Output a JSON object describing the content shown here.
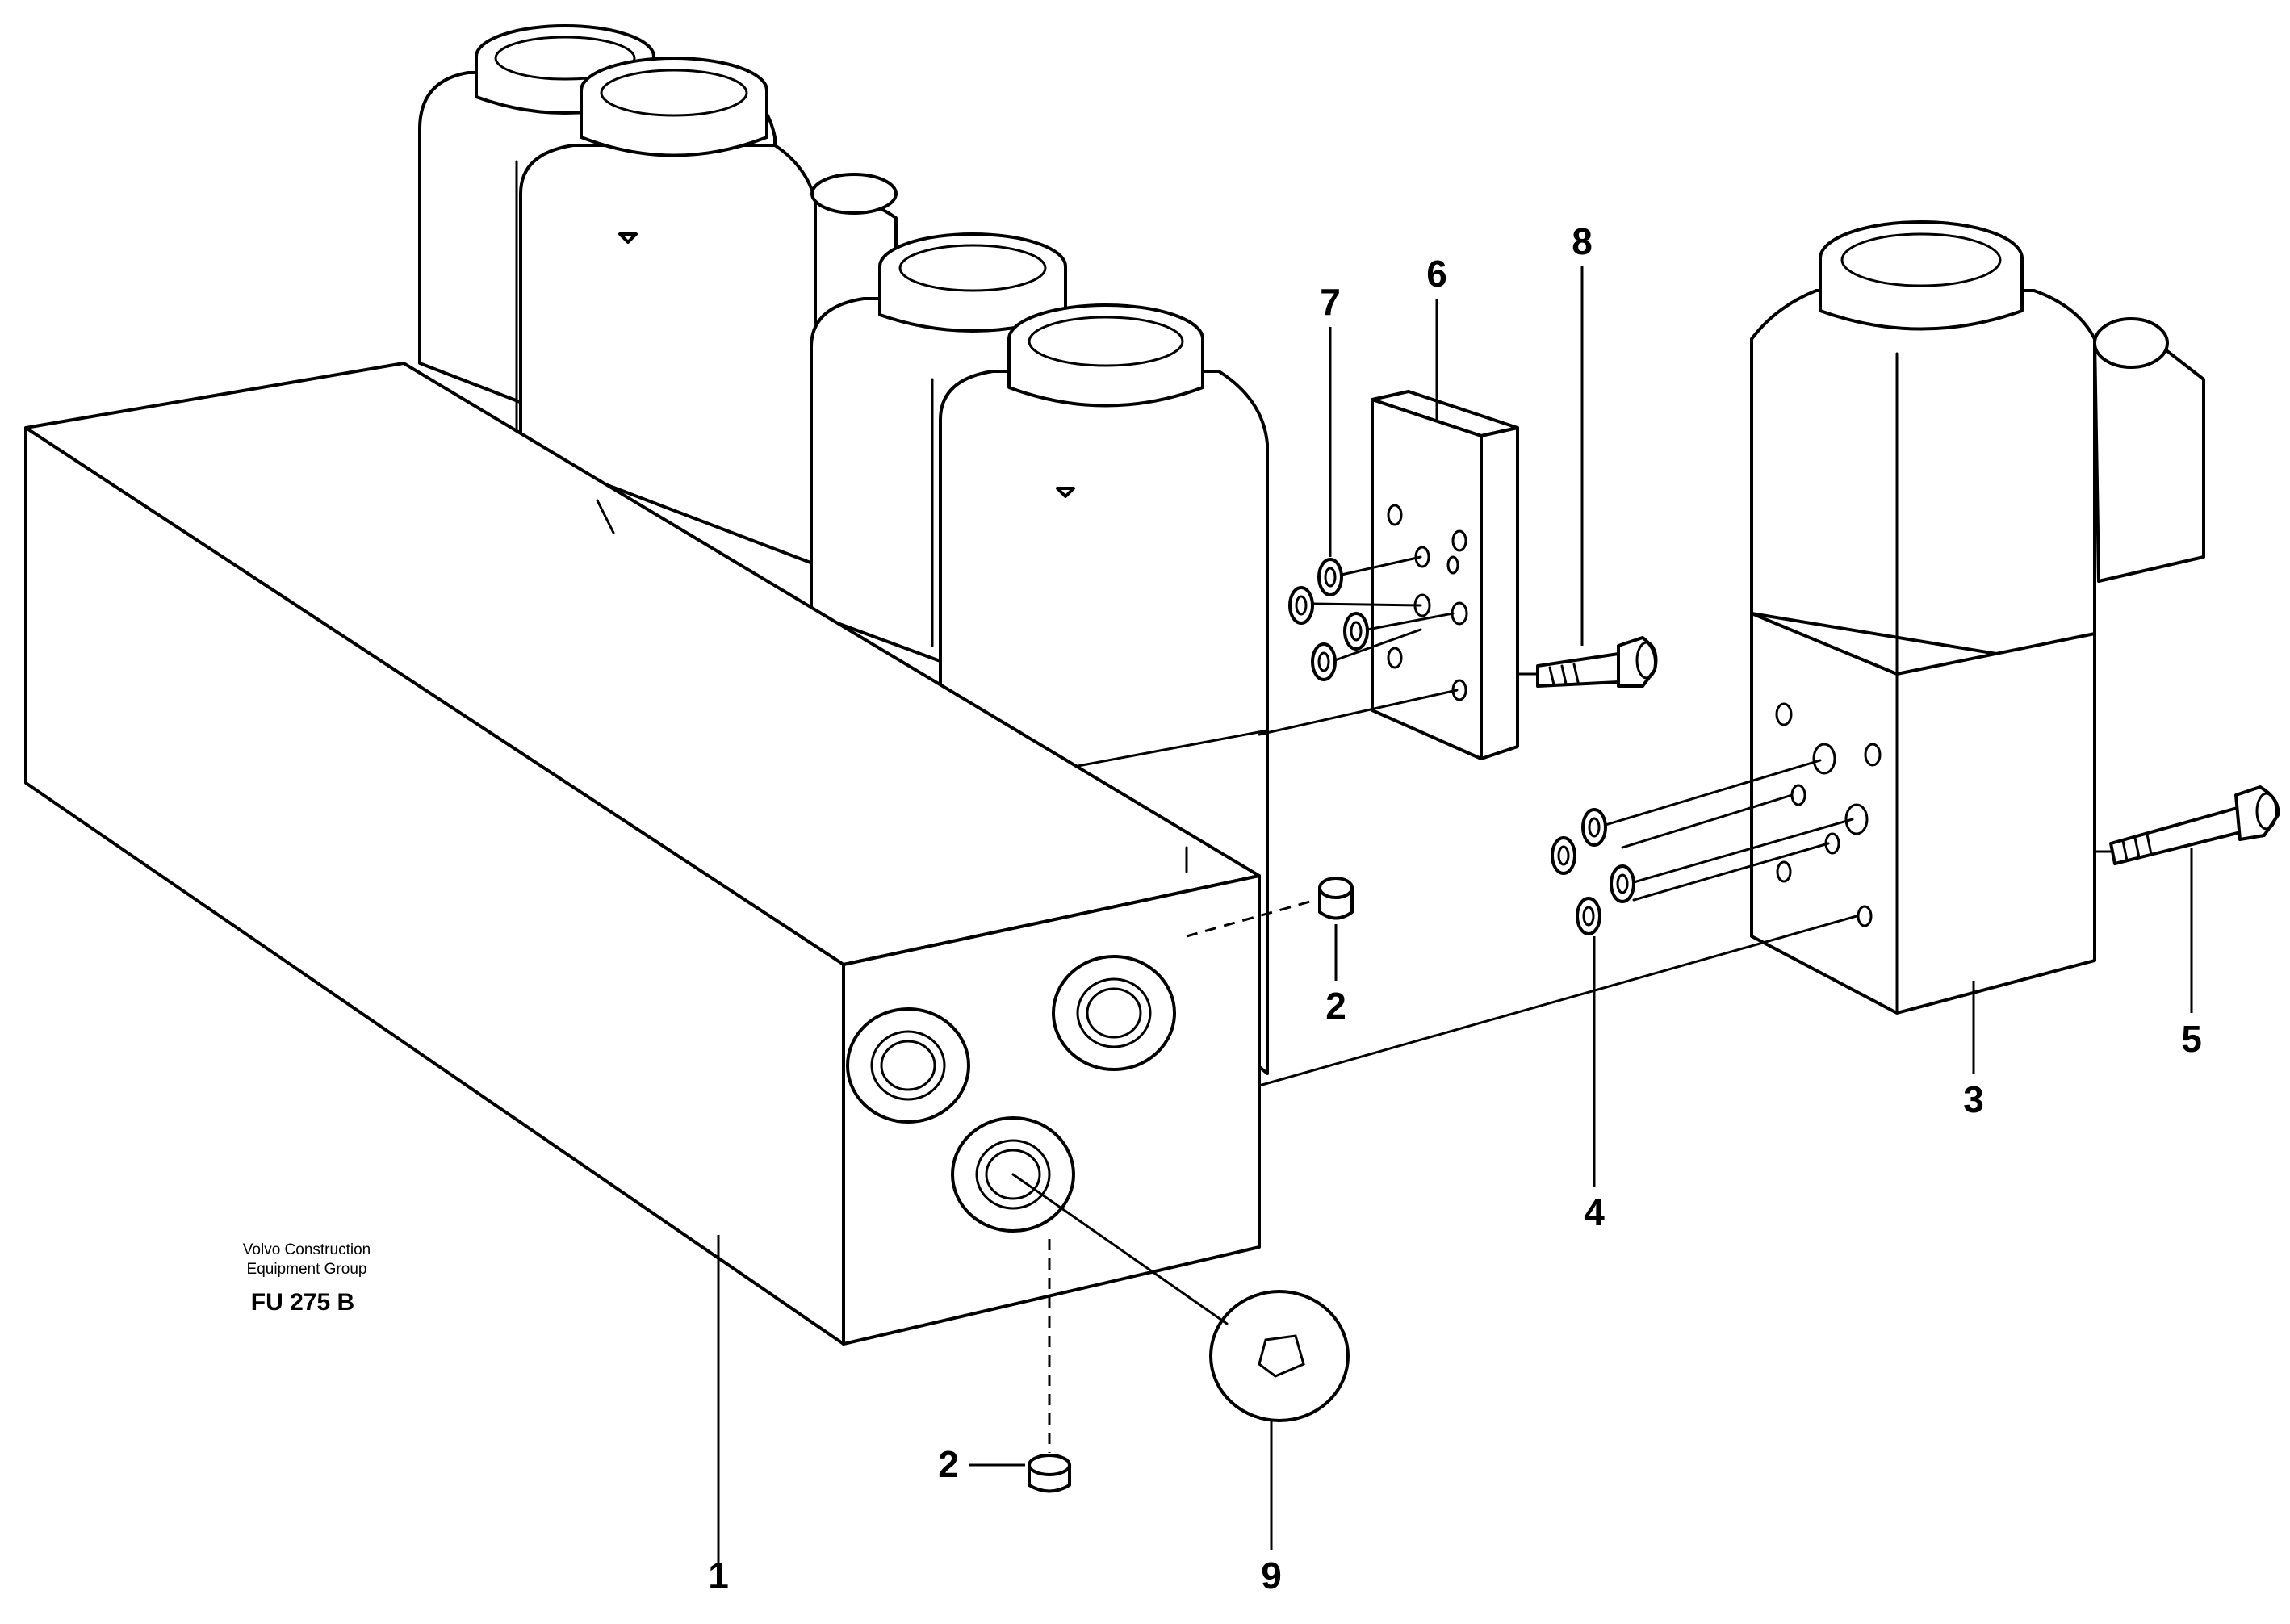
{
  "credit": {
    "line1": "Volvo Construction",
    "line2": "Equipment Group",
    "figure_code": "FU 275 B"
  },
  "callouts": {
    "c1": "1",
    "c2a": "2",
    "c2b": "2",
    "c3": "3",
    "c4": "4",
    "c5": "5",
    "c6": "6",
    "c7": "7",
    "c8": "8",
    "c9": "9"
  }
}
